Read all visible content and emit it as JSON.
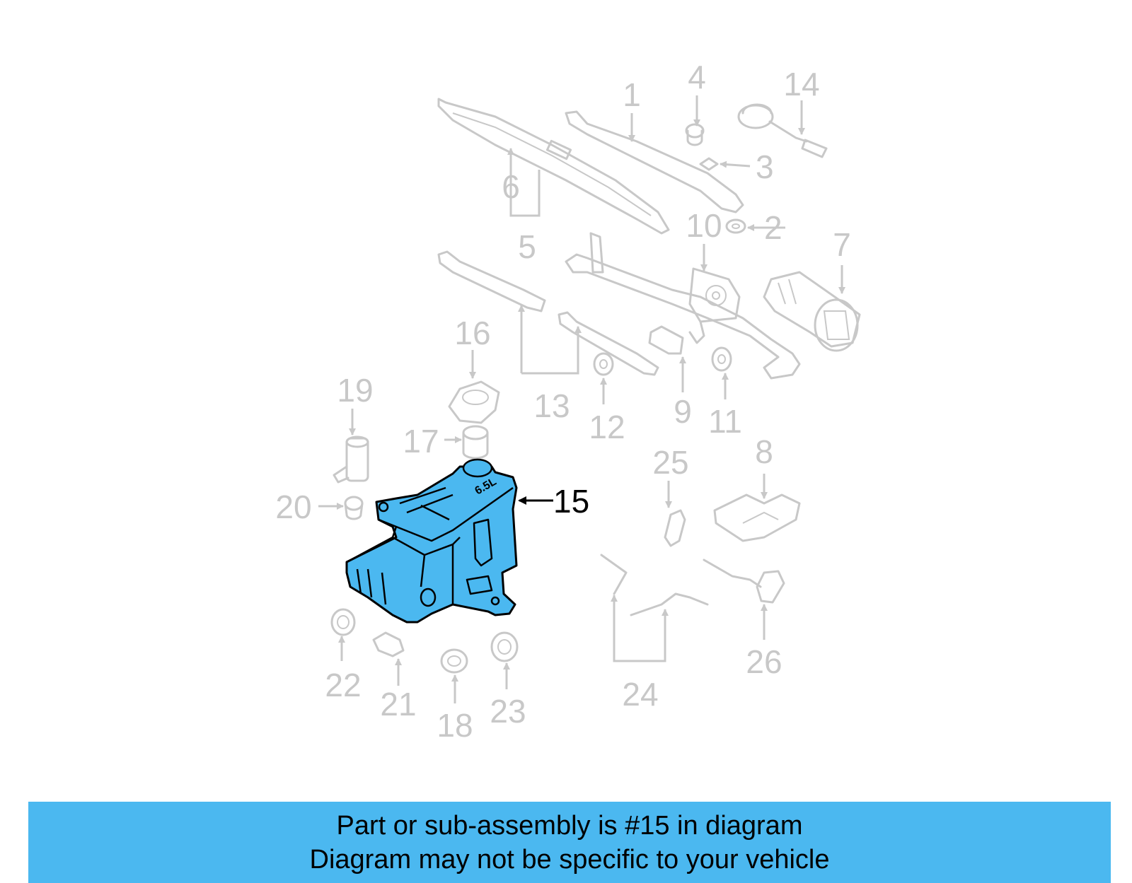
{
  "colors": {
    "highlight": "#4bb8f0",
    "part_outline": "#c8c8c8",
    "highlight_outline": "#000000"
  },
  "diagram": {
    "tank_capacity_label": "6.5L",
    "callouts": {
      "p1": "1",
      "p2": "2",
      "p3": "3",
      "p4": "4",
      "p5": "5",
      "p6": "6",
      "p7": "7",
      "p8": "8",
      "p9": "9",
      "p10": "10",
      "p11": "11",
      "p12": "12",
      "p13": "13",
      "p14": "14",
      "p15": "15",
      "p16": "16",
      "p17": "17",
      "p18": "18",
      "p19": "19",
      "p20": "20",
      "p21": "21",
      "p22": "22",
      "p23": "23",
      "p24": "24",
      "p25": "25",
      "p26": "26"
    },
    "highlighted_part": "15"
  },
  "banner": {
    "line1": "Part or sub-assembly is #15 in diagram",
    "line2": "Diagram may not be specific to your vehicle"
  }
}
